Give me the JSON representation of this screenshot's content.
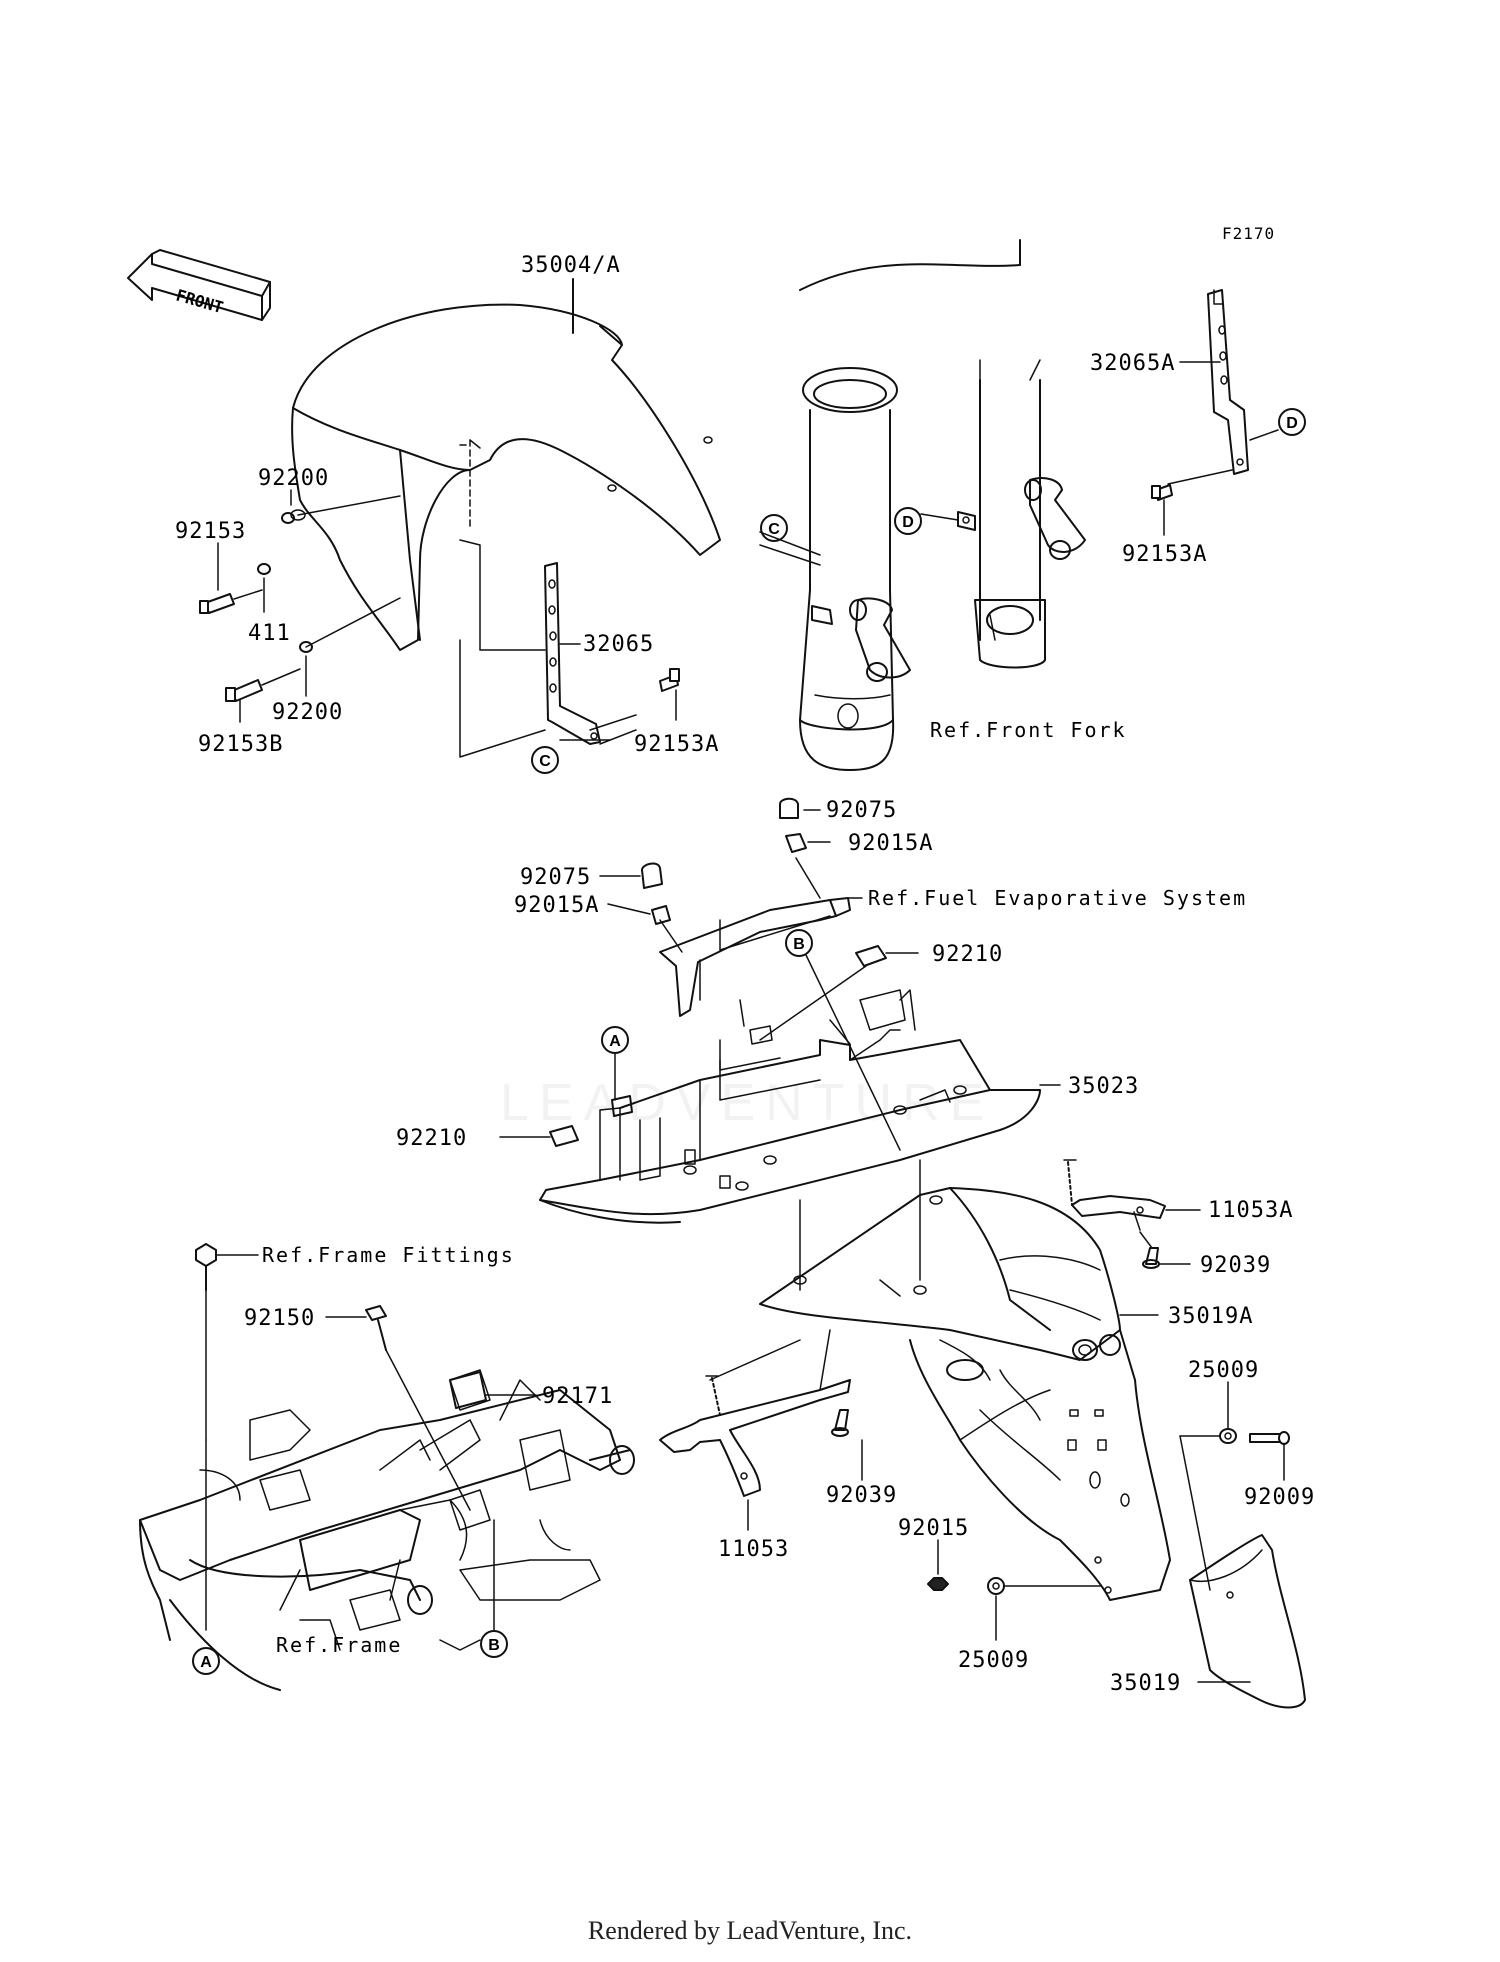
{
  "diagram_code": "F2170",
  "front_arrow_label": "FRONT",
  "watermark": "LEADVENTURE",
  "parts": {
    "p35004A": "35004/A",
    "p92200_top": "92200",
    "p92153": "92153",
    "p411": "411",
    "p92200_bottom": "92200",
    "p92153B": "92153B",
    "p32065": "32065",
    "p92153A_left": "92153A",
    "p32065A": "32065A",
    "p92153A_right": "92153A",
    "p92075_top": "92075",
    "p92015A_top": "92015A",
    "p92075_left": "92075",
    "p92015A_left": "92015A",
    "p92210_top": "92210",
    "p35023": "35023",
    "p92210_left": "92210",
    "p11053A": "11053A",
    "p92039_right": "92039",
    "p35019A": "35019A",
    "p92150": "92150",
    "p92171": "92171",
    "p25009_top": "25009",
    "p92009": "92009",
    "p11053": "11053",
    "p92039_bottom": "92039",
    "p92015": "92015",
    "p25009_bottom": "25009",
    "p35019": "35019"
  },
  "references": {
    "front_fork": "Ref.Front Fork",
    "fuel_evap": "Ref.Fuel Evaporative System",
    "frame_fittings": "Ref.Frame Fittings",
    "frame": "Ref.Frame"
  },
  "callouts": {
    "A": "A",
    "B": "B",
    "C": "C",
    "D": "D"
  },
  "footer": "Rendered by LeadVenture, Inc."
}
